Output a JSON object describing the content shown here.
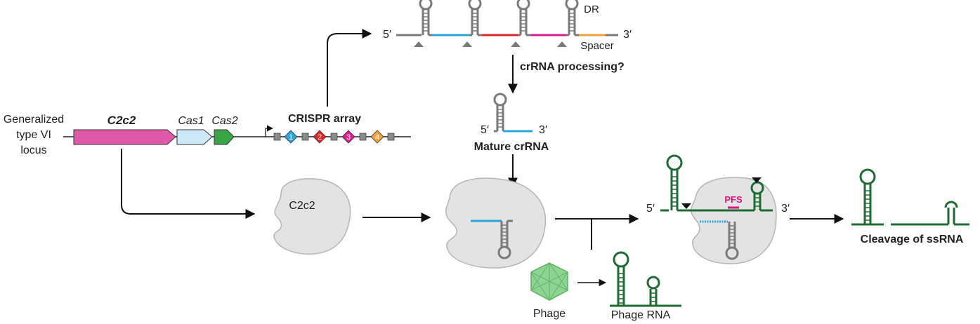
{
  "labels": {
    "locus_line1": "Generalized",
    "locus_line2": "type VI",
    "locus_line3": "locus",
    "gene_c2c2": "C2c2",
    "gene_cas1": "Cas1",
    "gene_cas2": "Cas2",
    "crispr_array": "CRISPR array",
    "repeat_1": "1",
    "repeat_2": "2",
    "repeat_3": "3",
    "repeat_4": "4",
    "pre_five_prime": "5′",
    "pre_three_prime": "3′",
    "dr": "DR",
    "spacer": "Spacer",
    "crrna_processing": "crRNA processing?",
    "mature_five_prime": "5′",
    "mature_three_prime": "3′",
    "mature_crrna": "Mature crRNA",
    "protein_c2c2": "C2c2",
    "target_five_prime": "5′",
    "target_three_prime": "3′",
    "pfs": "PFS",
    "phage": "Phage",
    "phage_rna": "Phage RNA",
    "cleavage": "Cleavage of ssRNA"
  },
  "colors": {
    "c2c2_gene": "#de5aa8",
    "cas1_gene": "#cde8f7",
    "cas2_gene": "#3aa547",
    "spacer_1": "#2aa6de",
    "spacer_2": "#e0262b",
    "spacer_3": "#d91e8c",
    "spacer_4": "#f2a13a",
    "protein": "#e3e3e3",
    "rna_green": "#1f6b33",
    "pfs": "#d9127d",
    "dr_gray": "#7a7a7a"
  }
}
